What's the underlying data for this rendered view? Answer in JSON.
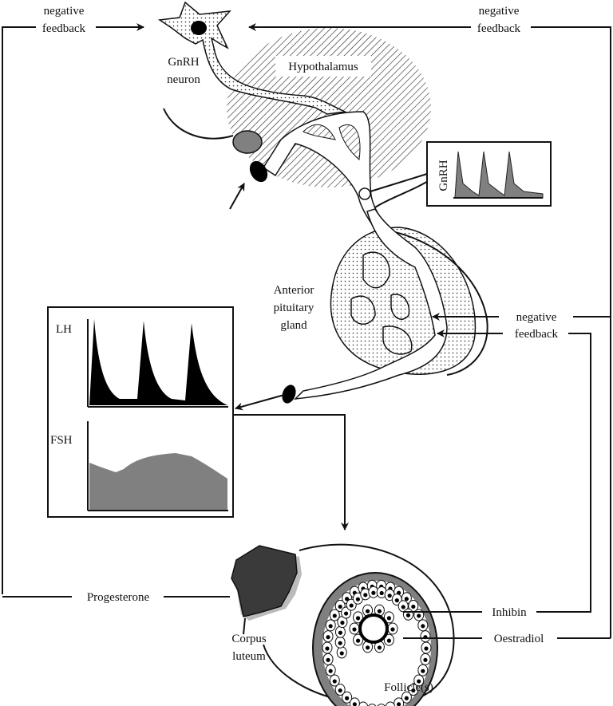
{
  "labels": {
    "neg_fb_top_left": [
      "negative",
      "feedback"
    ],
    "neg_fb_top_right": [
      "negative",
      "feedback"
    ],
    "neg_fb_mid_right": [
      "negative",
      "feedback"
    ],
    "gnrh_neuron": [
      "GnRH",
      "neuron"
    ],
    "hypothalamus": "Hypothalamus",
    "gnrh_graph": "GnRH",
    "anterior_pituitary": [
      "Anterior",
      "pituitary",
      "gland"
    ],
    "lh": "LH",
    "fsh": "FSH",
    "progesterone": "Progesterone",
    "corpus_luteum": [
      "Corpus",
      "luteum"
    ],
    "inhibin": "Inhibin",
    "oestradiol": "Oestradiol",
    "follicles": "Follicle(s)"
  },
  "colors": {
    "grey_fill": "#808080",
    "dark_fill": "#3a3a3a",
    "black": "#000000"
  }
}
